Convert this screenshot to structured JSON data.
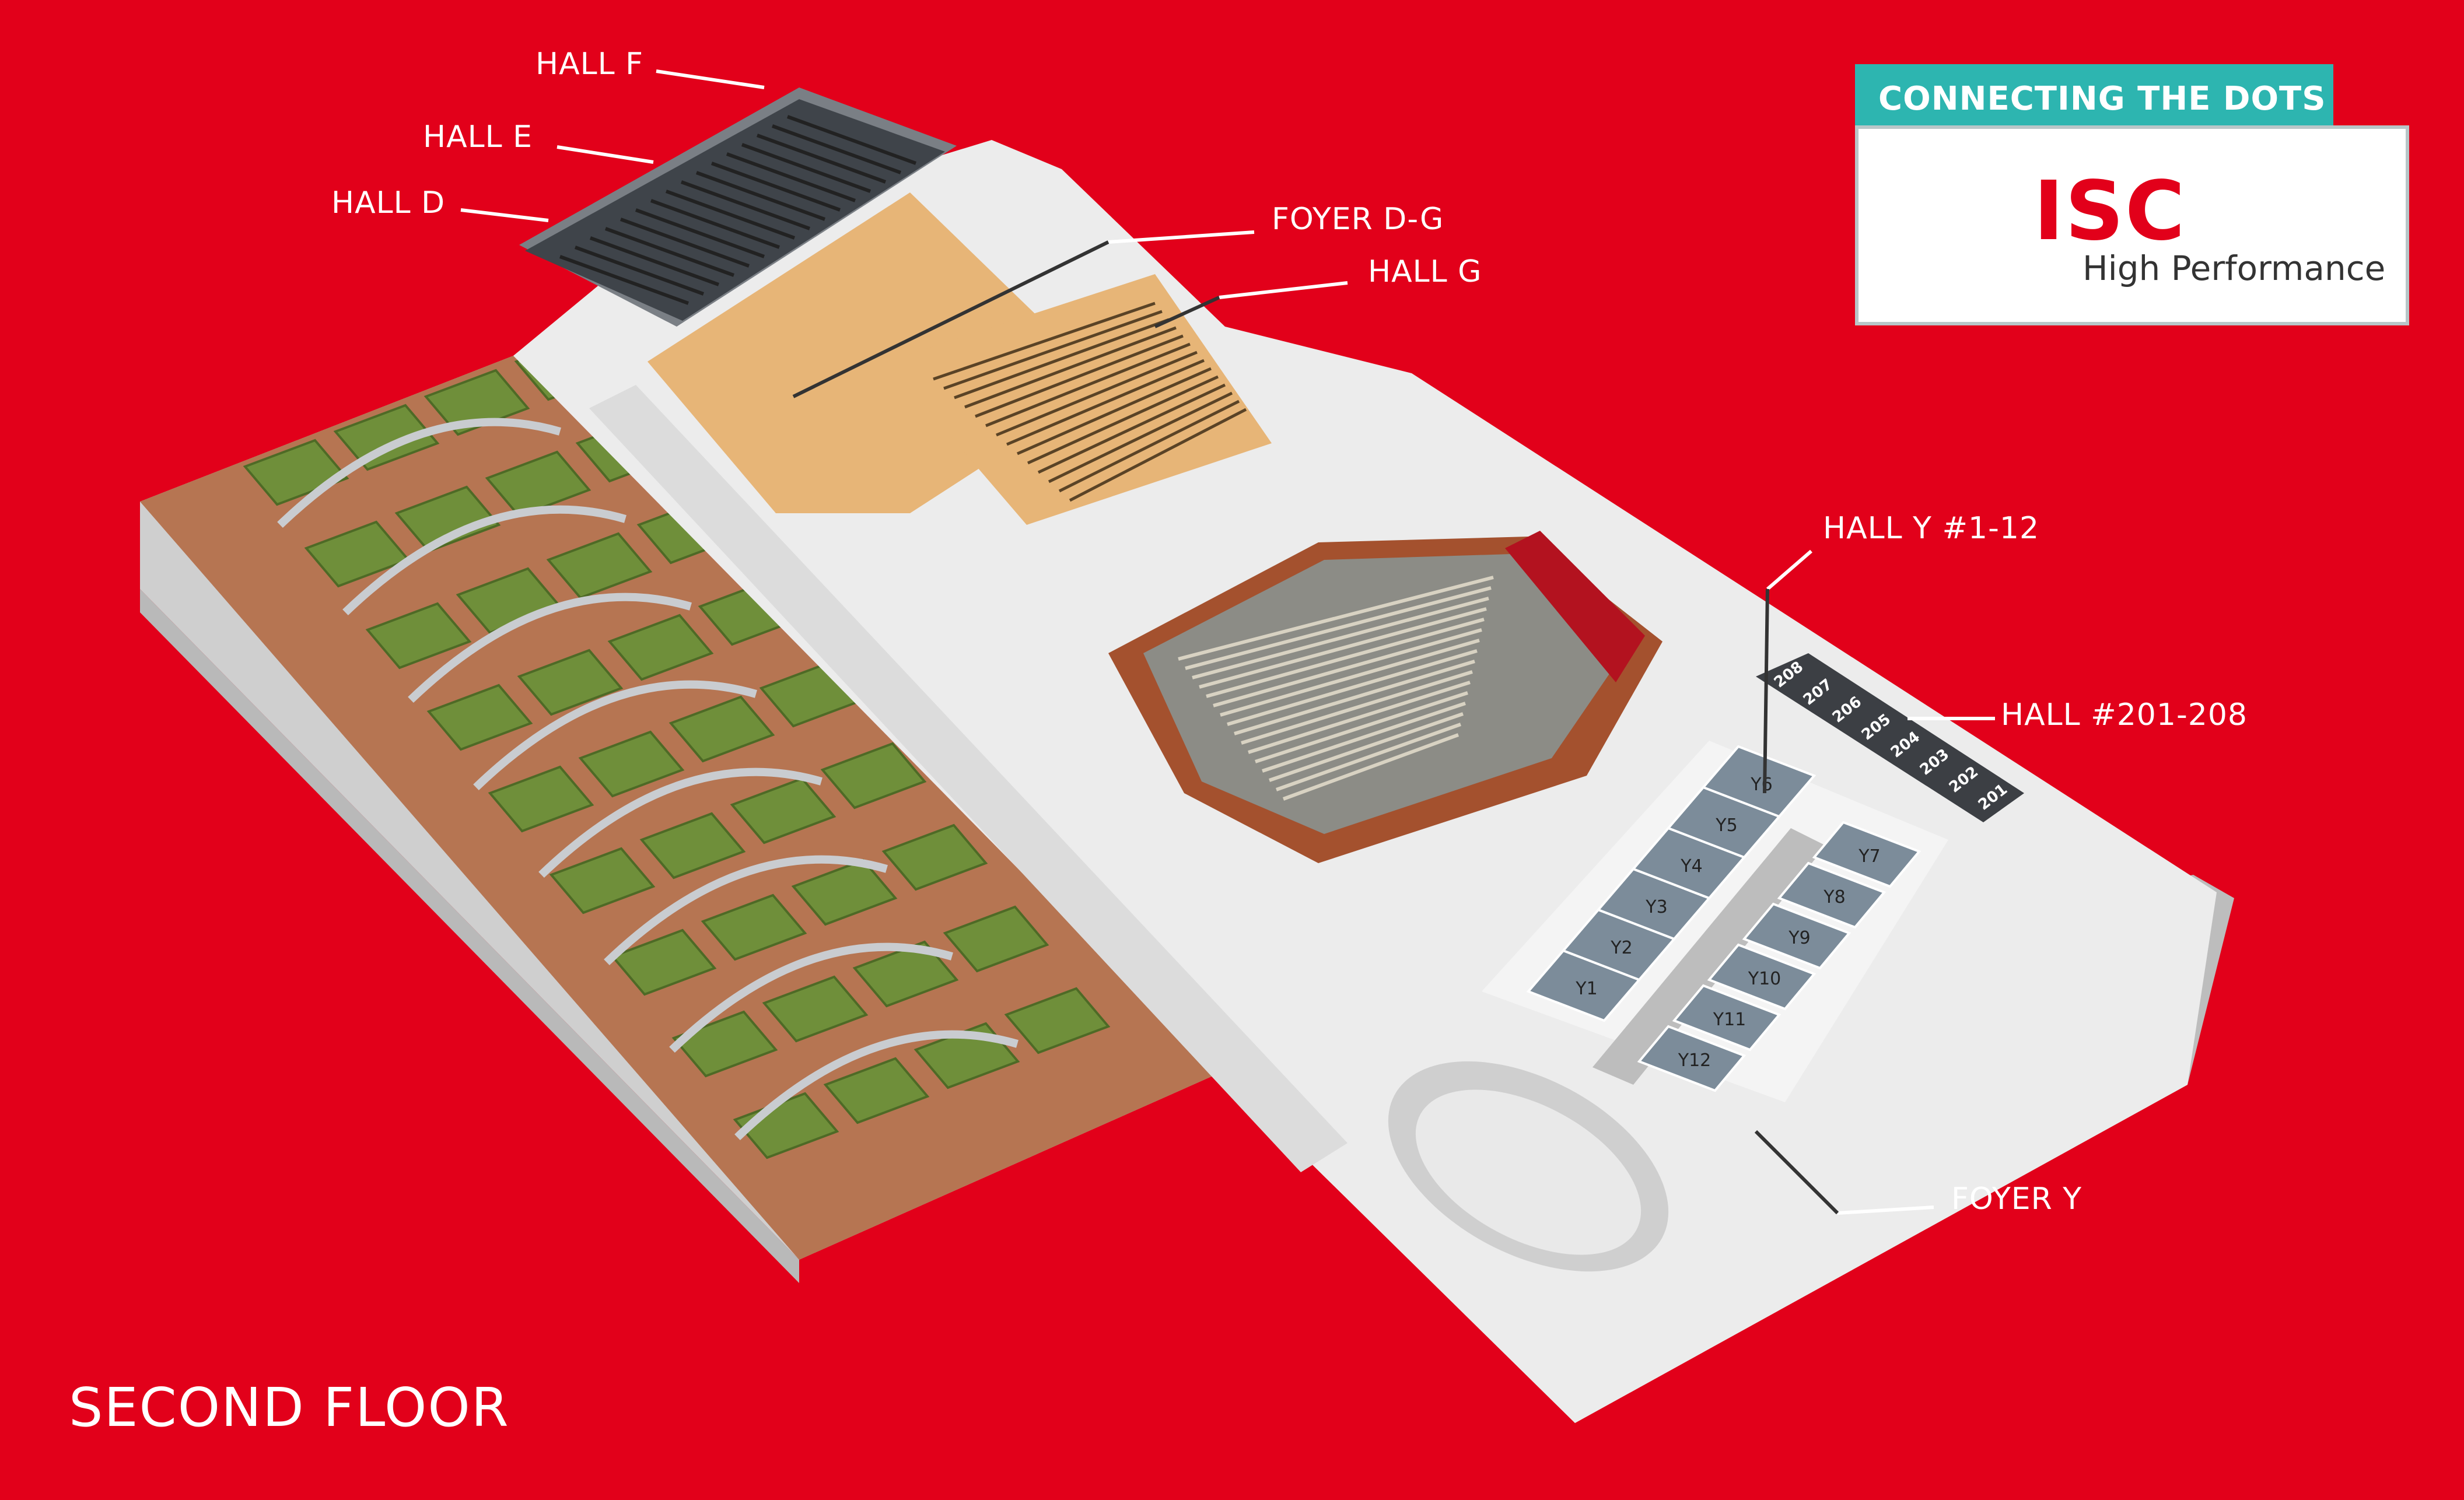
{
  "title": "SECOND FLOOR",
  "labels": {
    "hall_f": "HALL F",
    "hall_e": "HALL E",
    "hall_d": "HALL D",
    "foyer_dg": "FOYER D-G",
    "hall_g": "HALL G",
    "hall_y": "HALL Y #1-12",
    "hall_201_208": "HALL #201-208",
    "foyer_y": "FOYER Y"
  },
  "logo": {
    "banner": "CONNECTING THE DOTS",
    "name": "ISC",
    "subtitle": "High Performance"
  },
  "rooms_y": [
    "Y1",
    "Y2",
    "Y3",
    "Y4",
    "Y5",
    "Y6",
    "Y7",
    "Y8",
    "Y9",
    "Y10",
    "Y11",
    "Y12"
  ],
  "rooms_200": [
    "208",
    "207",
    "206",
    "205",
    "204",
    "203",
    "202",
    "201"
  ],
  "colors": {
    "background": "#e2001a",
    "building": "#f2f2f2",
    "garden_deck": "#b67552",
    "planter": "#6f8f3a",
    "foyer_floor": "#e7b577",
    "logo_teal": "#2db5b0"
  }
}
